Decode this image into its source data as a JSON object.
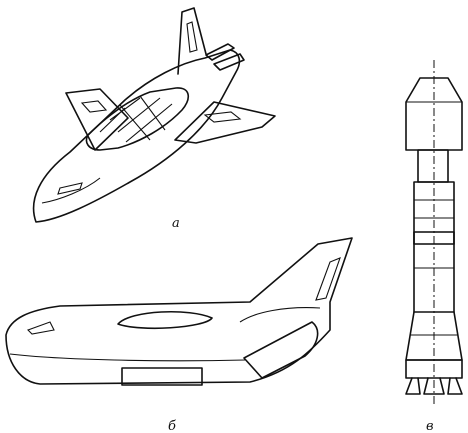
{
  "figure": {
    "labels": {
      "shuttle": "а",
      "lifting_body": "б",
      "rocket": "в"
    }
  },
  "colors": {
    "ink": "#111111",
    "background": "#ffffff"
  }
}
